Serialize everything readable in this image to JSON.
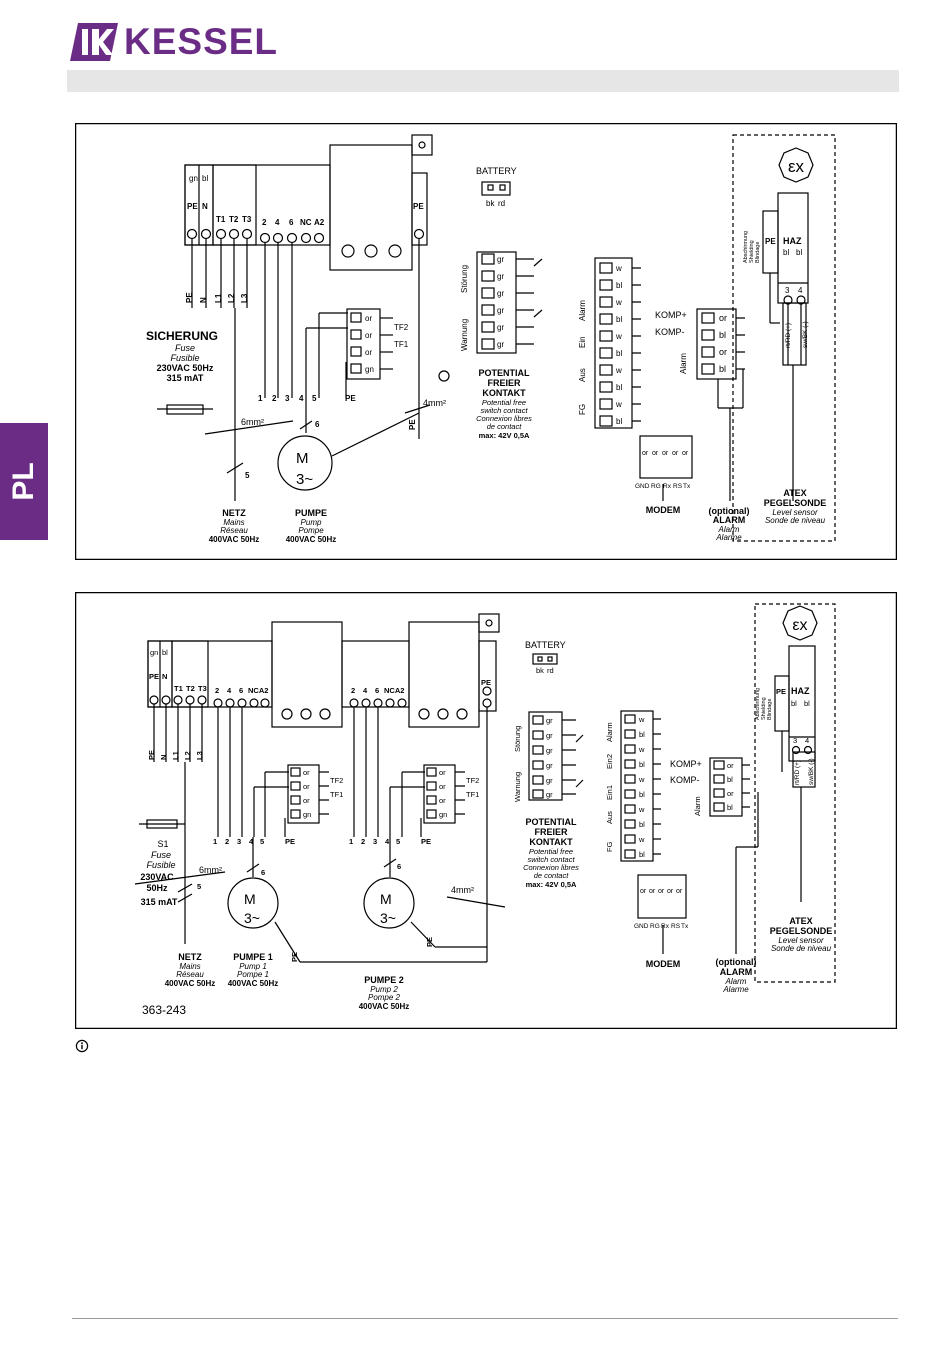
{
  "header": {
    "brand": "KESSEL"
  },
  "side_tab": {
    "label": "PL"
  },
  "colors": {
    "brand": "#6b2c86",
    "band": "#e6e6e6"
  },
  "labels": {
    "battery": "BATTERY",
    "bk": "bk",
    "rd": "rd",
    "gn": "gn",
    "bl": "bl",
    "PE": "PE",
    "N": "N",
    "T1": "T1",
    "T2": "T2",
    "T3": "T3",
    "t2": "2",
    "t4": "4",
    "t6": "6",
    "NC": "NC",
    "A2": "A2",
    "NCA2": "NCA2",
    "L1": "L1",
    "L2": "L2",
    "L3": "L3",
    "or": "or",
    "gr": "gr",
    "w": "w",
    "TF1": "TF1",
    "TF2": "TF2",
    "n1": "1",
    "n2": "2",
    "n3": "3",
    "n4": "4",
    "n5": "5",
    "n6": "6",
    "stoerung": "Störung",
    "warnung": "Warnung",
    "alarm": "Alarm",
    "ein": "Ein",
    "aus": "Aus",
    "fg": "FG",
    "ein1": "Ein1",
    "ein2": "Ein2",
    "komp_plus": "KOMP+",
    "komp_minus": "KOMP-",
    "pf1": "POTENTIAL",
    "pf2": "FREIER",
    "pf3": "KONTAKT",
    "pf4": "Potential free",
    "pf5": "switch contact",
    "pf6": "Connexion libres",
    "pf7": "de contact",
    "pf8": "max: 42V 0,5A",
    "sich1": "SICHERUNG",
    "fuse": "Fuse",
    "fusible": "Fusible",
    "v230": "230VAC 50Hz",
    "v230a": "230VAC",
    "hz50": "50Hz",
    "mat": "315 mAT",
    "s1": "S1",
    "mm6": "6mm²",
    "mm4": "4mm²",
    "M": "M",
    "tilde": "3~",
    "netz": "NETZ",
    "mains": "Mains",
    "reseau": "Réseau",
    "v400": "400VAC 50Hz",
    "pumpe": "PUMPE",
    "pump": "Pump",
    "pompe": "Pompe",
    "pumpe1": "PUMPE 1",
    "pump1": "Pump 1",
    "pompe1": "Pompe 1",
    "pumpe2": "PUMPE 2",
    "pump2": "Pump 2",
    "pompe2": "Pompe 2",
    "gnd": "GND",
    "rg": "RG",
    "rx": "Rx",
    "rs": "RS",
    "tx": "Tx",
    "modem": "MODEM",
    "opt": "(optional)",
    "alarm_cap": "ALARM",
    "alarme": "Alarme",
    "haz": "HAZ",
    "n3b": "3",
    "n4b": "4",
    "rtrd": "rt/RD (+)",
    "swbk": "sw/BK (-)",
    "absch1": "Abschirmung",
    "absch2": "Shielding",
    "absch3": "Blindage",
    "atex": "ATEX",
    "pegel": "PEGELSONDE",
    "level": "Level sensor",
    "sonde": "Sonde de niveau",
    "ex": "εx"
  },
  "figure_code": "363-243",
  "note": {
    "icon": "info-icon"
  }
}
